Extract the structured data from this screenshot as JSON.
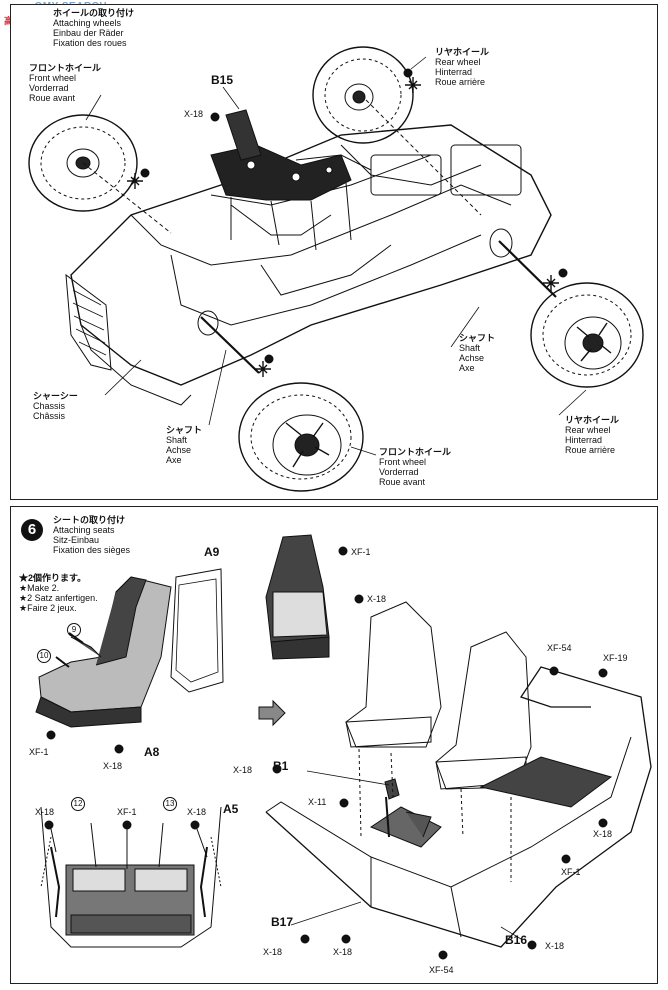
{
  "watermark": {
    "title": "…OMY SEARCH",
    "logo_text": "高清"
  },
  "step5": {
    "heading": {
      "jp": "ホイールの取り付け",
      "en": "Attaching wheels",
      "de": "Einbau der Räder",
      "fr": "Fixation des roues"
    },
    "front_wheel_left": {
      "jp": "フロントホイール",
      "en": "Front wheel",
      "de": "Vorderrad",
      "fr": "Roue avant"
    },
    "rear_wheel_top": {
      "jp": "リヤホイール",
      "en": "Rear wheel",
      "de": "Hinterrad",
      "fr": "Roue arrière"
    },
    "part_b15": "B15",
    "part_x18": "X-18",
    "chassis": {
      "jp": "シャーシー",
      "en": "Chassis",
      "fr": "Châssis"
    },
    "shaft_front": {
      "jp": "シャフト",
      "en": "Shaft",
      "de": "Achse",
      "fr": "Axe"
    },
    "front_wheel_bottom": {
      "jp": "フロントホイール",
      "en": "Front wheel",
      "de": "Vorderrad",
      "fr": "Roue avant"
    },
    "shaft_rear": {
      "jp": "シャフト",
      "en": "Shaft",
      "de": "Achse",
      "fr": "Axe"
    },
    "rear_wheel_bottom": {
      "jp": "リヤホイール",
      "en": "Rear wheel",
      "de": "Hinterrad",
      "fr": "Roue arrière"
    }
  },
  "step6": {
    "number": "6",
    "heading": {
      "jp": "シートの取り付け",
      "en": "Attaching seats",
      "de": "Sitz-Einbau",
      "fr": "Fixation des sièges"
    },
    "make2": {
      "jp": "★2個作ります。",
      "en": "★Make 2.",
      "de": "★2 Satz anfertigen.",
      "fr": "★Faire 2 jeux."
    },
    "labels": {
      "a9": "A9",
      "a8": "A8",
      "a5": "A5",
      "b1": "B1",
      "b16": "B16",
      "b17": "B17",
      "xf1": "XF-1",
      "x18": "X-18",
      "x11": "X-11",
      "xf54": "XF-54",
      "xf19": "XF-19",
      "c9": "9",
      "c10": "10",
      "c12": "12",
      "c13": "13"
    }
  }
}
